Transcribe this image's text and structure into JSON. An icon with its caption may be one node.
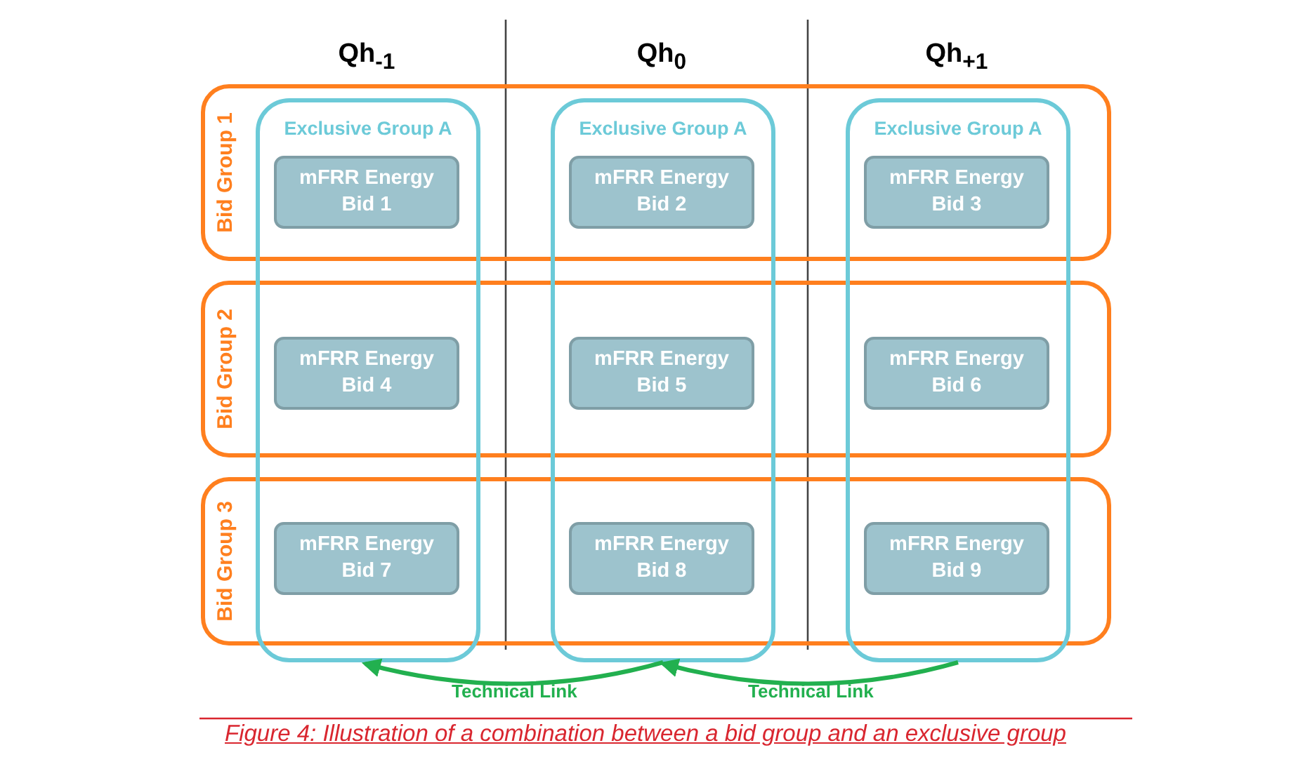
{
  "diagram": {
    "caption": "Figure 4: Illustration of a combination between a bid group and an exclusive group",
    "nodes": [
      {
        "text": [
          "Bid Group 1"
        ]
      },
      {
        "text": [
          "Bid Group 2"
        ]
      },
      {
        "text": [
          "Bid Group 3"
        ]
      },
      {
        "text": [
          "Exclusive Group A"
        ]
      },
      {
        "text": [
          "Exclusive Group A"
        ]
      },
      {
        "text": [
          "Exclusive Group A"
        ]
      },
      {
        "text": [
          "mFRR Energy Bid 1"
        ]
      },
      {
        "text": [
          "mFRR Energy Bid 2"
        ]
      },
      {
        "text": [
          "mFRR Energy Bid 3"
        ]
      },
      {
        "text": [
          "mFRR Energy Bid 4"
        ]
      },
      {
        "text": [
          "mFRR Energy Bid 5"
        ]
      },
      {
        "text": [
          "mFRR Energy Bid 6"
        ]
      },
      {
        "text": [
          "mFRR Energy Bid 7"
        ]
      },
      {
        "text": [
          "mFRR Energy Bid 8"
        ]
      },
      {
        "text": [
          "mFRR Energy Bid 9"
        ]
      }
    ],
    "edges": [
      {
        "from": 4,
        "to": 3,
        "arrow": "to",
        "label": "Technical Link"
      },
      {
        "from": 5,
        "to": 4,
        "arrow": "to",
        "label": "Technical Link"
      }
    ],
    "labels": [
      "Qh$_{-1}$",
      "Qh$_{0}$",
      "Qh$_{+1}$"
    ]
  }
}
